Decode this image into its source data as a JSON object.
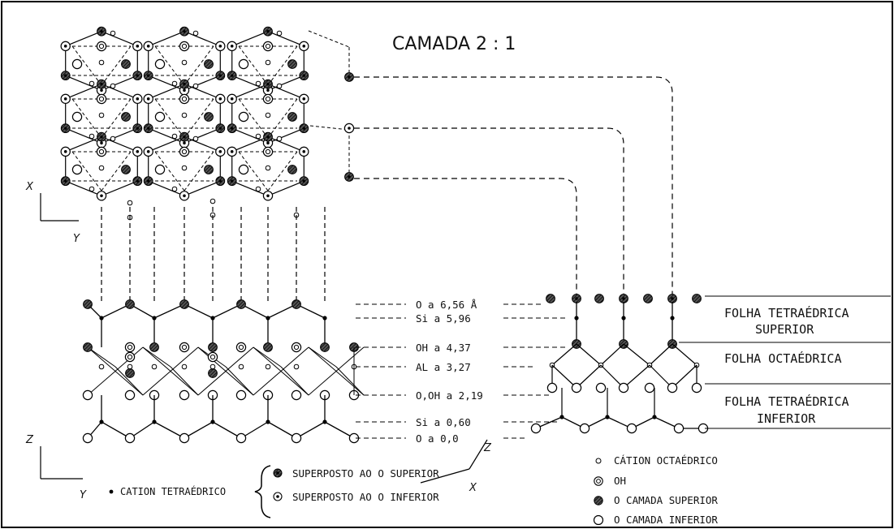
{
  "title": "CAMADA  2 : 1",
  "axes": {
    "top": {
      "vertical": "X",
      "horizontal": "Y"
    },
    "bottom": {
      "vertical": "Z",
      "horizontal": "Y"
    },
    "mid": {
      "vertical": "Z",
      "horizontal": "X"
    }
  },
  "levels": [
    {
      "label": "O",
      "sep": "a",
      "value": "6,56 Å"
    },
    {
      "label": "Si",
      "sep": "a",
      "value": "5,96"
    },
    {
      "label": "OH",
      "sep": "a",
      "value": "4,37"
    },
    {
      "label": "AL",
      "sep": "a",
      "value": "3,27"
    },
    {
      "label": "O,OH",
      "sep": "a",
      "value": "2,19"
    },
    {
      "label": "Si",
      "sep": "a",
      "value": "0,60"
    },
    {
      "label": "O",
      "sep": "a",
      "value": "0,0"
    }
  ],
  "sheets": {
    "top": [
      "FOLHA TETRAÉDRICA",
      "SUPERIOR"
    ],
    "middle": "FOLHA OCTAÉDRICA",
    "bottom": [
      "FOLHA TETRAÉDRICA",
      "INFERIOR"
    ]
  },
  "cation_legend": {
    "label": "CATION TETRAÉDRICO",
    "upper": "SUPERPOSTO AO O SUPERIOR",
    "lower": "SUPERPOSTO AO O INFERIOR"
  },
  "symbol_legend": [
    {
      "key": "small-open",
      "label": "CÁTION OCTAÉDRICO"
    },
    {
      "key": "double-ring",
      "label": "OH"
    },
    {
      "key": "hatched",
      "label": "O CAMADA SUPERIOR"
    },
    {
      "key": "open",
      "label": "O CAMADA INFERIOR"
    }
  ]
}
